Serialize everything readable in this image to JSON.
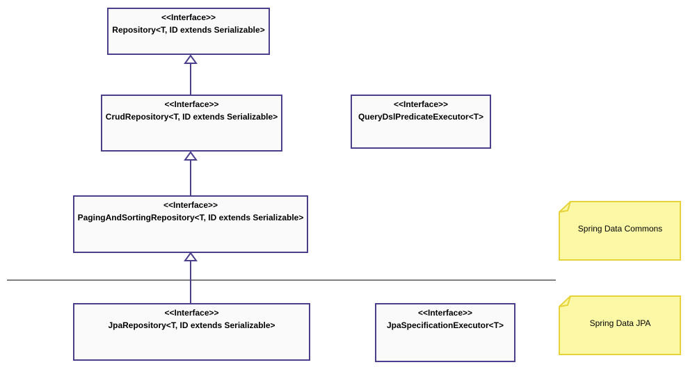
{
  "diagram": {
    "stereotype": "<<Interface>>",
    "interfaces": {
      "repository": "Repository<T, ID extends Serializable>",
      "crud": "CrudRepository<T, ID extends Serializable>",
      "qdsl": "QueryDslPredicateExecutor<T>",
      "paging": "PagingAndSortingRepository<T, ID extends Serializable>",
      "jpa": "JpaRepository<T, ID extends Serializable>",
      "jpaspec": "JpaSpecificationExecutor<T>"
    },
    "notes": {
      "commons": "Spring Data Commons",
      "jpa": "Spring Data JPA"
    },
    "colors": {
      "box_border": "#4b3f8c",
      "box_fill": "#fafafa",
      "note_fill": "#fcf8a5",
      "note_border": "#e6d23a",
      "divider": "#000000"
    }
  }
}
